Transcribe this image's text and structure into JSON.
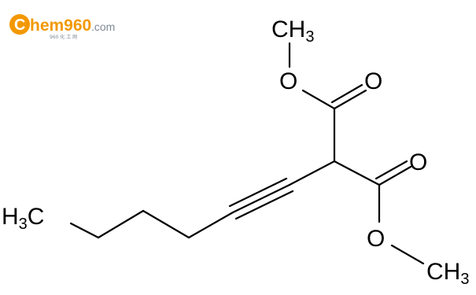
{
  "logo": {
    "brand_c": "C",
    "brand_rest": "hem960",
    "brand_tld": ".com",
    "tagline": "960 化 工 网",
    "colors": {
      "orange": "#f39800",
      "grey": "#7f8a96"
    }
  },
  "molecule": {
    "atoms": {
      "methyl_top": {
        "element": "CH",
        "subscript": "3"
      },
      "o_ester_top": {
        "element": "O"
      },
      "o_carbonyl_top": {
        "element": "O"
      },
      "o_carbonyl_bottom": {
        "element": "O"
      },
      "o_ester_bottom": {
        "element": "O"
      },
      "methyl_bottom": {
        "element": "CH",
        "subscript": "3"
      },
      "methyl_left": {
        "element": "H",
        "subscript": "3",
        "suffix": "C"
      }
    }
  }
}
